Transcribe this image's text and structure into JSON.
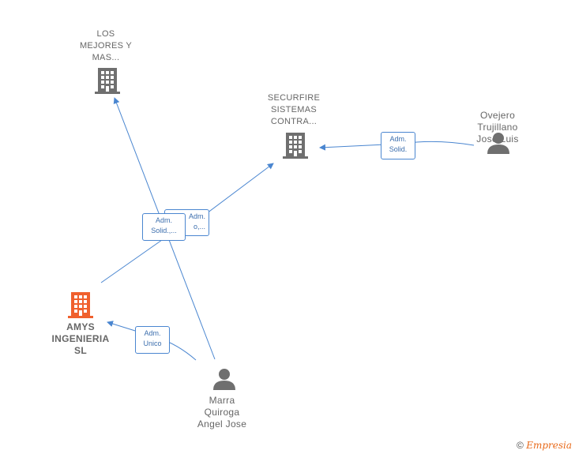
{
  "nodes": {
    "los_mejores": {
      "label_lines": [
        "LOS",
        "MEJORES Y",
        "MAS..."
      ]
    },
    "securfire": {
      "label_lines": [
        "SECURFIRE",
        "SISTEMAS",
        "CONTRA..."
      ]
    },
    "amys": {
      "label_lines": [
        "AMYS",
        "INGENIERIA",
        "SL"
      ]
    },
    "ovejero": {
      "label_lines": [
        "Ovejero",
        "Trujillano",
        "Jose Luis"
      ]
    },
    "marra": {
      "label_lines": [
        "Marra",
        "Quiroga",
        "Angel Jose"
      ]
    }
  },
  "edges": {
    "ovejero_securfire": {
      "label_lines": [
        "Adm.",
        "Solid."
      ]
    },
    "marra_securfire": {
      "label_lines": [
        "Adm.",
        "o,..."
      ]
    },
    "marra_losmejores": {
      "label_lines": [
        "Adm.",
        "Solid.,..."
      ]
    },
    "marra_amys": {
      "label_lines": [
        "Adm.",
        "Unico"
      ]
    }
  },
  "colors": {
    "edge": "#4a86d0",
    "company_icon": "#6f6f6f",
    "main_company_icon": "#f0602d",
    "person_icon": "#6f6f6f"
  },
  "icons": {
    "company": "building-icon",
    "person": "person-icon"
  },
  "watermark": {
    "symbol": "©",
    "brand": "Empresia"
  }
}
